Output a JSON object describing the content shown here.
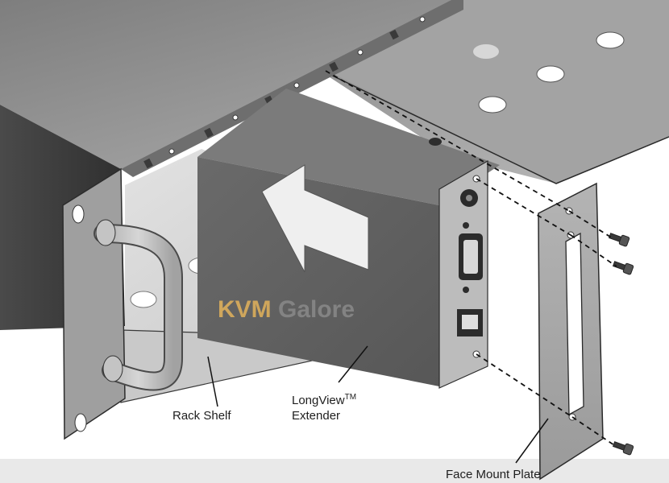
{
  "labels": {
    "rack_shelf": "Rack Shelf",
    "extender_line1": "LongView",
    "extender_trademark": "TM",
    "extender_line2": "Extender",
    "face_mount_plate": "Face Mount Plate"
  },
  "watermark": {
    "part1": "KVM",
    "part2": "Galore"
  },
  "colors": {
    "shelf_top": "#8f8f8f",
    "shelf_dark": "#3d3d3d",
    "extender_body": "#5c5c5c",
    "face_plate": "#a8a8a8",
    "watermark_orange": "#e3b35b",
    "watermark_grey": "#8a8a8a"
  }
}
